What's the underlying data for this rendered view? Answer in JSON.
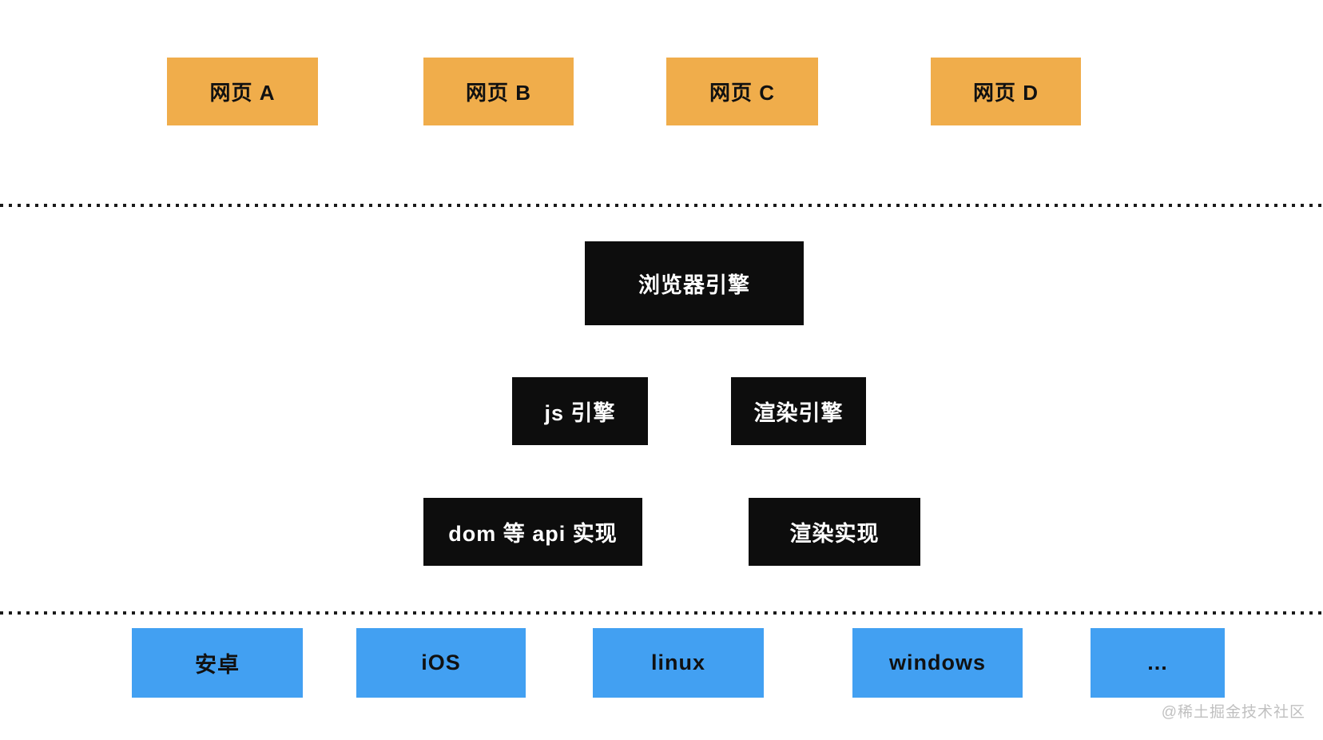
{
  "layers": {
    "webpages": {
      "items": [
        "网页 A",
        "网页 B",
        "网页 C",
        "网页 D"
      ]
    },
    "engine": {
      "main": "浏览器引擎",
      "children": [
        "js 引擎",
        "渲染引擎"
      ],
      "implementations": [
        "dom 等 api 实现",
        "渲染实现"
      ]
    },
    "os": {
      "items": [
        "安卓",
        "iOS",
        "linux",
        "windows",
        "..."
      ]
    }
  },
  "watermark": {
    "text": "@稀土掘金技术社区"
  },
  "colors": {
    "webpage_box": "#F0AD4B",
    "engine_box": "#0D0D0D",
    "engine_text": "#FFFFFF",
    "os_box": "#42A0F2",
    "label_text": "#111111",
    "separator_dots": "#1A1A1A",
    "watermark_text": "#C0C0C0",
    "background": "#FFFFFF"
  }
}
